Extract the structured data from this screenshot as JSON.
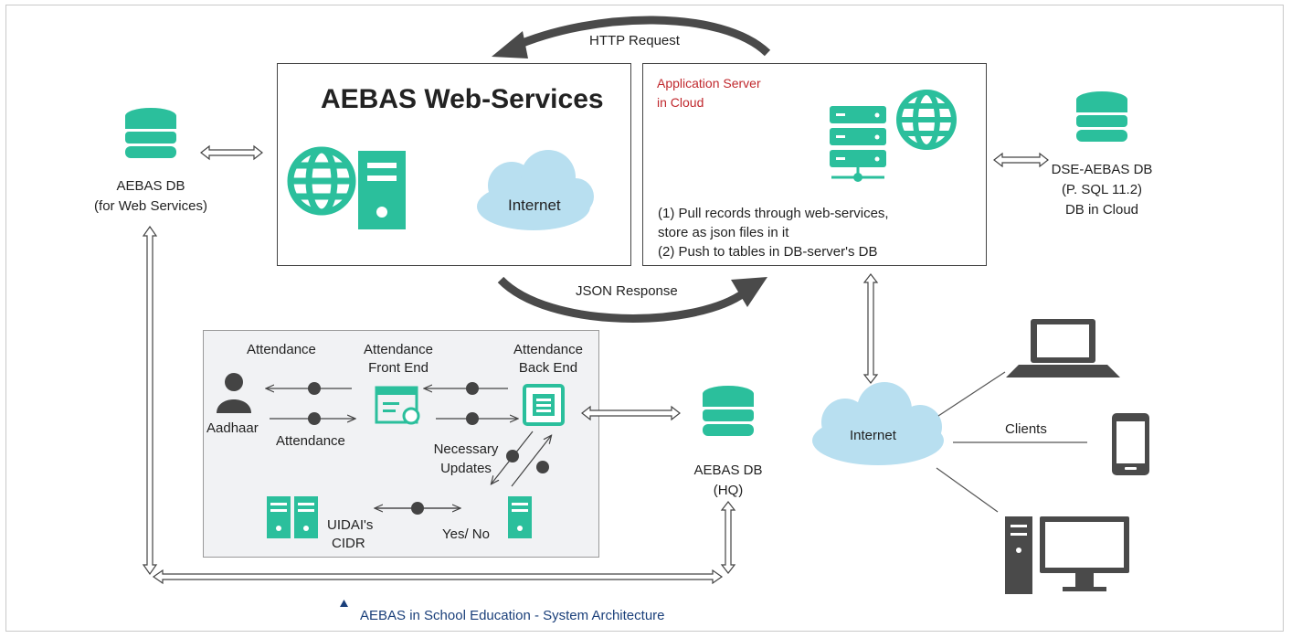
{
  "http_request": "HTTP Request",
  "json_response": "JSON Response",
  "webservices": {
    "title": "AEBAS Web-Services",
    "internet": "Internet"
  },
  "appserver": {
    "title_line1": "Application Server",
    "title_line2": "in Cloud",
    "note_line1": "(1) Pull records through web-services,",
    "note_line2": "store as json files in it",
    "note_line3": "(2) Push to  tables in DB-server's DB"
  },
  "aebas_db_ws": {
    "line1": "AEBAS DB",
    "line2": "(for Web Services)"
  },
  "dse_db": {
    "line1": "DSE-AEBAS DB",
    "line2": "(P.  SQL 11.2)",
    "line3": "DB in Cloud"
  },
  "attendance_flow": {
    "attendance_top": "Attendance",
    "front_end_line1": "Attendance",
    "front_end_line2": "Front End",
    "back_end_line1": "Attendance",
    "back_end_line2": "Back End",
    "aadhaar": "Aadhaar",
    "attendance_bottom": "Attendance",
    "updates_line1": "Necessary",
    "updates_line2": "Updates",
    "uidai_line1": "UIDAI's",
    "uidai_line2": "CIDR",
    "yes_no": "Yes/ No"
  },
  "aebas_db_hq": {
    "line1": "AEBAS DB",
    "line2": "(HQ)"
  },
  "clients_internet": "Internet",
  "clients": "Clients",
  "caption": "AEBAS in School Education - System Architecture",
  "colors": {
    "teal": "#2bbf9c",
    "cloud": "#b8dff0",
    "arrow_dark": "#4a4a4a",
    "accent_red": "#c0282d",
    "caption_blue": "#1a3f7a"
  }
}
